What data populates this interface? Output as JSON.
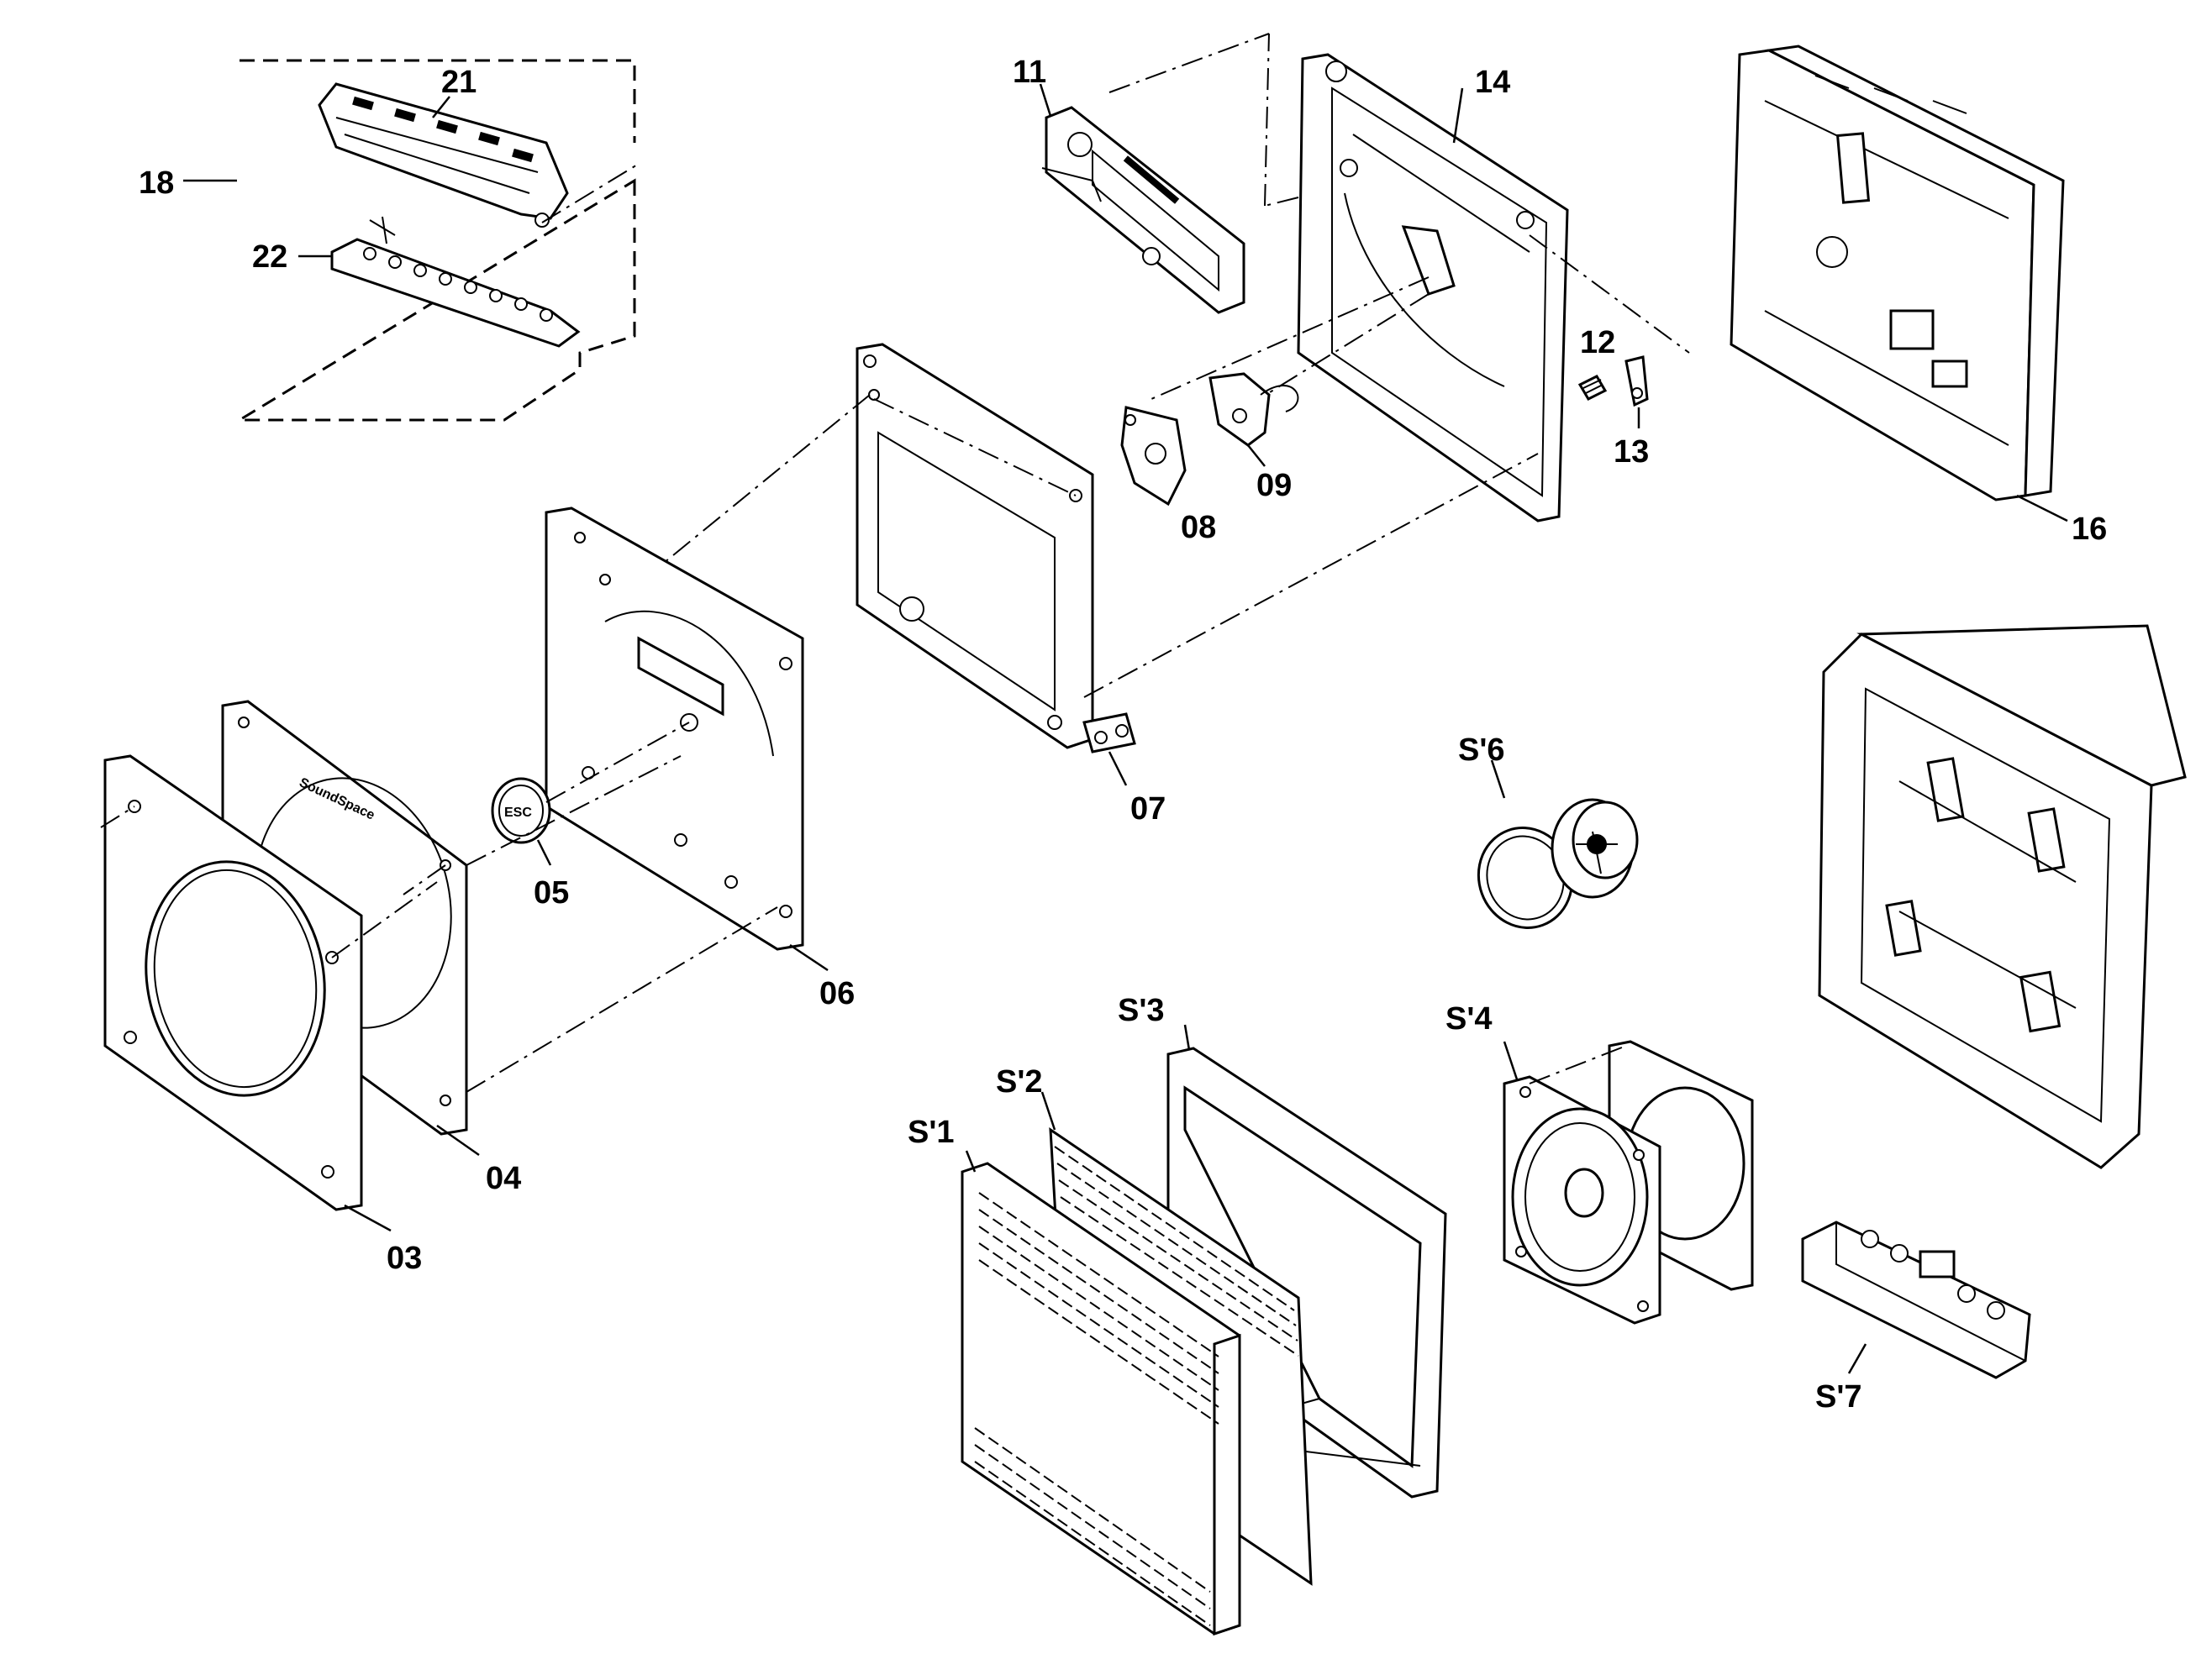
{
  "labels": {
    "p03": "03",
    "p04": "04",
    "p05": "05",
    "p06": "06",
    "p07": "07",
    "p08": "08",
    "p09": "09",
    "p11": "11",
    "p12": "12",
    "p13": "13",
    "p14": "14",
    "p16": "16",
    "p18": "18",
    "p21": "21",
    "p22": "22",
    "s1": "S'1",
    "s2": "S'2",
    "s3": "S'3",
    "s4": "S'4",
    "s6": "S'6",
    "s7": "S'7"
  },
  "printed": {
    "brand": "SoundSpace",
    "knob": "ESC"
  }
}
